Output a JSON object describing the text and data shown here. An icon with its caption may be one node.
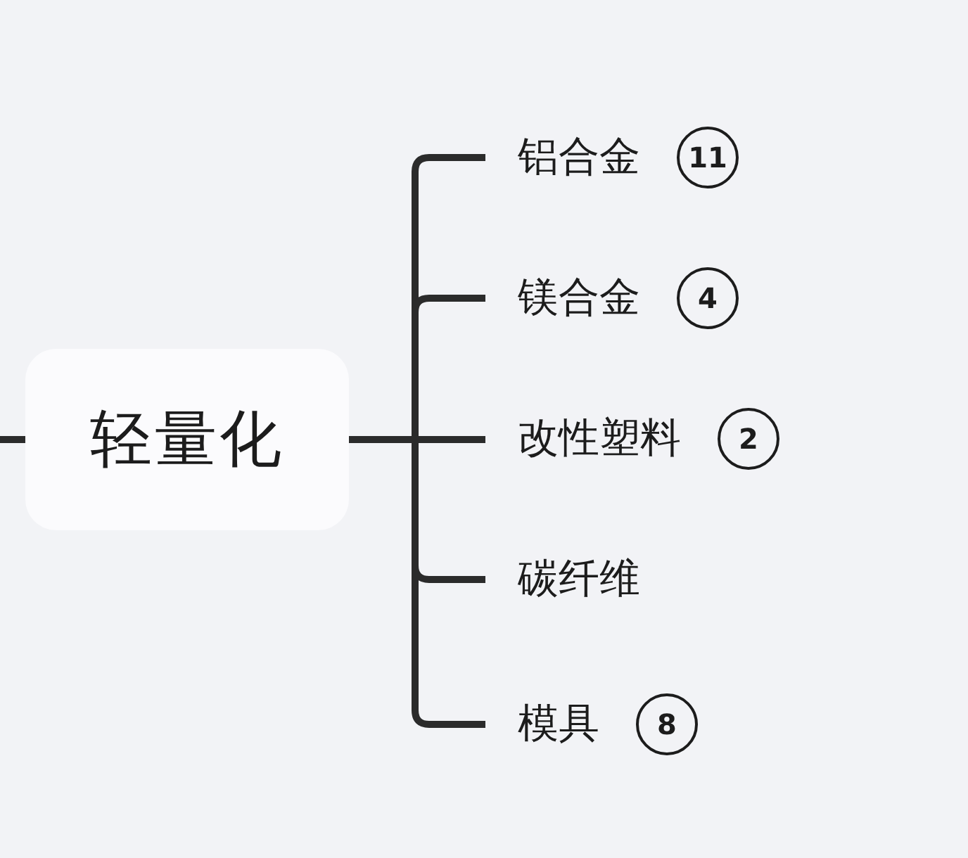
{
  "diagram": {
    "nodes": [
      {
        "text": [
          "轻量化"
        ]
      },
      {
        "text": [
          "铝合金",
          "11"
        ]
      },
      {
        "text": [
          "镁合金",
          "4"
        ]
      },
      {
        "text": [
          "改性塑料",
          "2"
        ]
      },
      {
        "text": [
          "碳纤维"
        ]
      },
      {
        "text": [
          "模具",
          "8"
        ]
      }
    ],
    "edges": [
      {
        "from": null,
        "to": 0,
        "arrow": "none"
      },
      {
        "from": 0,
        "to": 1,
        "arrow": "none"
      },
      {
        "from": 0,
        "to": 2,
        "arrow": "none"
      },
      {
        "from": 0,
        "to": 3,
        "arrow": "none"
      },
      {
        "from": 0,
        "to": 4,
        "arrow": "none"
      },
      {
        "from": 0,
        "to": 5,
        "arrow": "none"
      }
    ]
  }
}
